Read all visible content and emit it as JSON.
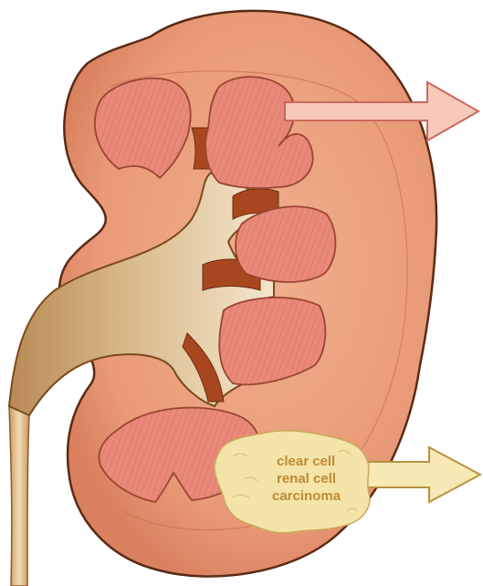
{
  "tumor_label": {
    "line1": "clear cell",
    "line2": "renal cell",
    "line3": "carcinoma"
  },
  "colors": {
    "cortex": "#e99a78",
    "cortex_edge": "#5a2a14",
    "pyramid": "#e8897a",
    "pyramid_stripe": "#d47062",
    "pelvis": "#d8b88c",
    "pelvis_light": "#f3e3c6",
    "calyx_dark": "#a8471f",
    "arrow_pink_fill": "#f7c9bb",
    "arrow_pink_stroke": "#c96a5c",
    "tumor_fill": "#f4e4a8",
    "tumor_stroke": "#c9a85a",
    "arrow_tan_fill": "#f6e9b6",
    "arrow_tan_stroke": "#b8913f",
    "label_color": "#c08a35"
  }
}
